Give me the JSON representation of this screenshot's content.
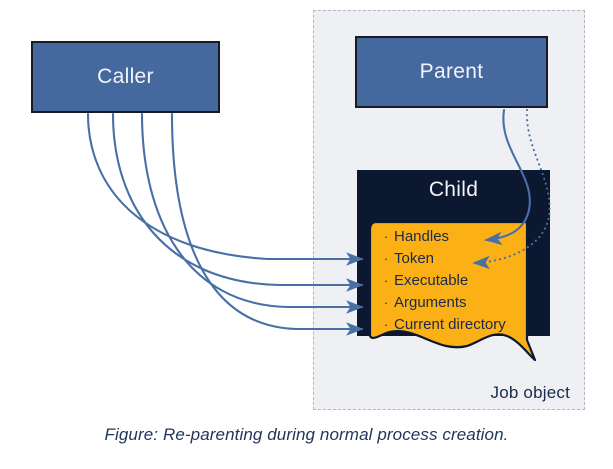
{
  "figure": {
    "caption": "Figure: Re-parenting during normal process creation."
  },
  "colors": {
    "process_blue": "#45689E",
    "child_navy": "#0C1730",
    "attribute_orange": "#FBB116",
    "arrow_blue": "#4A6FA5",
    "job_fill": "#EEF0F4",
    "job_border": "#B3B7BD",
    "text_navy": "#1B2A4A"
  },
  "nodes": {
    "caller": {
      "label": "Caller"
    },
    "parent": {
      "label": "Parent"
    },
    "child": {
      "label": "Child"
    },
    "job_object": {
      "label": "Job object"
    }
  },
  "child_attributes": [
    {
      "bullet": "·",
      "label": "Handles"
    },
    {
      "bullet": "·",
      "label": "Token"
    },
    {
      "bullet": "·",
      "label": "Executable"
    },
    {
      "bullet": "·",
      "label": "Arguments"
    },
    {
      "bullet": "·",
      "label": "Current directory"
    }
  ],
  "edges": [
    {
      "name": "caller-to-token",
      "from": "caller",
      "to": "Token",
      "style": "solid"
    },
    {
      "name": "caller-to-executable",
      "from": "caller",
      "to": "Executable",
      "style": "solid"
    },
    {
      "name": "caller-to-arguments",
      "from": "caller",
      "to": "Arguments",
      "style": "solid"
    },
    {
      "name": "caller-to-current-directory",
      "from": "caller",
      "to": "Current directory",
      "style": "solid"
    },
    {
      "name": "parent-to-handles",
      "from": "parent",
      "to": "Handles",
      "style": "solid"
    },
    {
      "name": "parent-to-token",
      "from": "parent",
      "to": "Token",
      "style": "dotted"
    }
  ]
}
